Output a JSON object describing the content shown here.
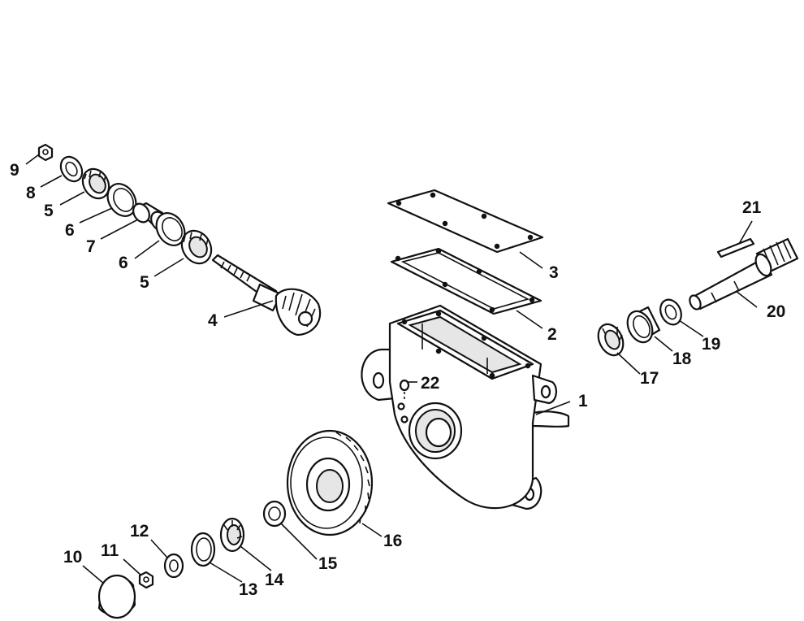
{
  "callouts": {
    "c1": "1",
    "c2": "2",
    "c3": "3",
    "c4": "4",
    "c5a": "5",
    "c5b": "5",
    "c6a": "6",
    "c6b": "6",
    "c7": "7",
    "c8": "8",
    "c9": "9",
    "c10": "10",
    "c11": "11",
    "c12": "12",
    "c13": "13",
    "c14": "14",
    "c15": "15",
    "c16": "16",
    "c17": "17",
    "c18": "18",
    "c19": "19",
    "c20": "20",
    "c21": "21",
    "c22": "22"
  }
}
